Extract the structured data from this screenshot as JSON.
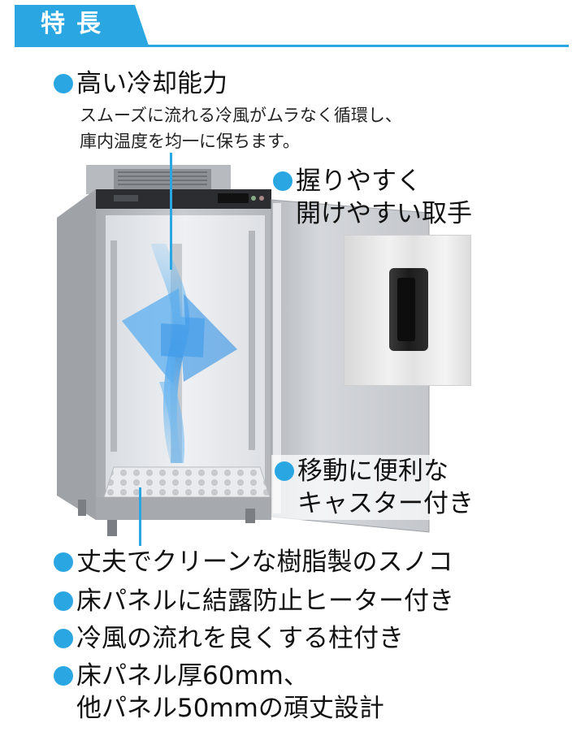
{
  "header": {
    "title": "特長"
  },
  "features": {
    "cooling": {
      "title": "高い冷却能力",
      "desc_line1": "スムーズに流れる冷風がムラなく循環し、",
      "desc_line2": "庫内温度を均一に保ちます。"
    },
    "handle": {
      "line1": "握りやすく",
      "line2": "開けやすい取手"
    },
    "casters": {
      "line1": "移動に便利な",
      "line2": "キャスター付き"
    },
    "list": [
      "丈夫でクリーンな樹脂製のスノコ",
      "床パネルに結露防止ヒーター付き",
      "冷風の流れを良くする柱付き"
    ],
    "panel": {
      "line1": "床パネル厚60mm、",
      "line2": "他パネル50mmの頑丈設計"
    }
  },
  "colors": {
    "accent": "#2aa7e3",
    "arrow": "#4aa9ee"
  }
}
